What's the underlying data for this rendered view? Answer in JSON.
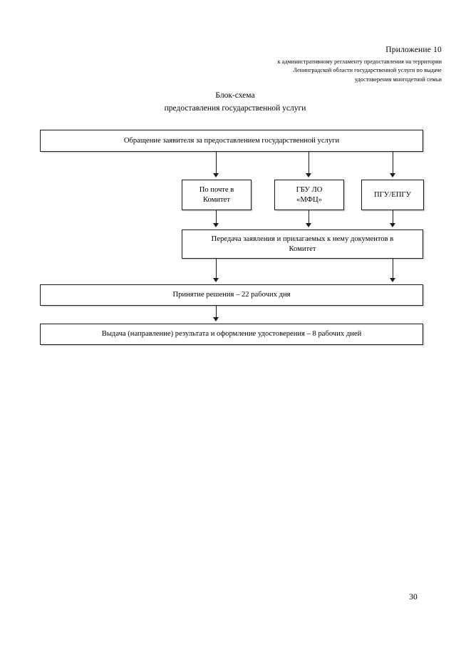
{
  "document": {
    "page_number": "30",
    "header": {
      "appendix_label": "Приложение 10",
      "reference_lines": [
        "к  административному регламенту предоставления на территории",
        "Ленинградской области государственной услуги  по выдаче",
        "удостоверения многодетной семьи"
      ]
    },
    "title": {
      "line1": "Блок-схема",
      "line2": "предоставления государственной услуги"
    }
  },
  "chart_data": {
    "type": "diagram",
    "title": "Блок-схема предоставления государственной услуги",
    "nodes": [
      {
        "id": "start",
        "label": "Обращение заявителя за предоставлением государственной услуги",
        "shape": "rectangle"
      },
      {
        "id": "post",
        "label_line1": "По почте в",
        "label_line2": "Комитет",
        "shape": "rectangle"
      },
      {
        "id": "mfc",
        "label_line1": "ГБУ ЛО",
        "label_line2": "«МФЦ»",
        "shape": "rectangle"
      },
      {
        "id": "pgu",
        "label_line1": "ПГУ/ЕПГУ",
        "label_line2": "",
        "shape": "rectangle"
      },
      {
        "id": "transfer",
        "label_line1": "Передача заявления и прилагаемых к нему документов в",
        "label_line2": "Комитет",
        "shape": "rectangle"
      },
      {
        "id": "decision",
        "label": "Принятие решения – 22 рабочих дня",
        "shape": "rectangle"
      },
      {
        "id": "issue",
        "label": "Выдача (направление) результата и оформление удостоверения – 8 рабочих дней",
        "shape": "rectangle"
      }
    ],
    "edges": [
      {
        "from": "start",
        "to": "post",
        "style": "arrow"
      },
      {
        "from": "start",
        "to": "mfc",
        "style": "arrow"
      },
      {
        "from": "start",
        "to": "pgu",
        "style": "arrow"
      },
      {
        "from": "post",
        "to": "transfer",
        "style": "arrow"
      },
      {
        "from": "mfc",
        "to": "transfer",
        "style": "arrow"
      },
      {
        "from": "pgu",
        "to": "transfer",
        "style": "arrow"
      },
      {
        "from": "transfer",
        "to": "decision",
        "style": "arrow"
      },
      {
        "from": "transfer",
        "to": "decision",
        "style": "arrow"
      },
      {
        "from": "decision",
        "to": "issue",
        "style": "arrow"
      }
    ],
    "orientation": "top-to-bottom",
    "colors": {
      "line": "#1a1a1a",
      "fill": "#ffffff",
      "text": "#000000"
    }
  }
}
